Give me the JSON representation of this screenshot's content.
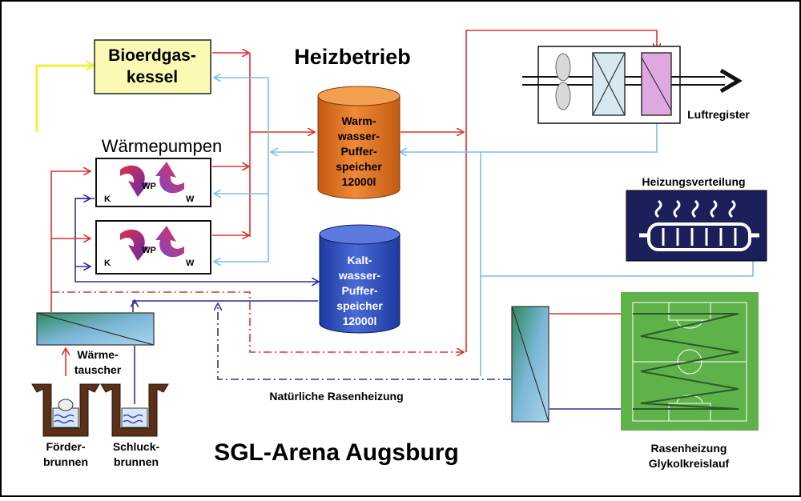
{
  "title": "Heizbetrieb",
  "footer_title": "SGL-Arena Augsburg",
  "colors": {
    "hot": "#e0302c",
    "cold": "#7bbfe6",
    "dark_blue": "#2e2e9a",
    "boiler": "#fafab4",
    "warm_tank": "#e0701e",
    "cold_tank": "#2e4fc0",
    "field": "#5fb24a",
    "radiator_bg": "#1b1f5a",
    "gas_line": "#f2f23a"
  },
  "boiler": {
    "line1": "Bioerdgas-",
    "line2": "kessel"
  },
  "heatpumps": {
    "heading": "Wärmepumpen",
    "unit_label": "WP",
    "k_label": "K",
    "w_label": "W"
  },
  "warm_tank": {
    "lines": [
      "Warm-",
      "wasser-",
      "Puffer-",
      "speicher",
      "12000l"
    ]
  },
  "cold_tank": {
    "lines": [
      "Kalt-",
      "wasser-",
      "Puffer-",
      "speicher",
      "12000l"
    ]
  },
  "air_register": {
    "label": "Luftregister"
  },
  "heating_distribution": {
    "label": "Heizungsverteilung"
  },
  "heat_exchanger": {
    "line1": "Wärme-",
    "line2": "tauscher"
  },
  "wells": {
    "feed_line1": "Förder-",
    "feed_line2": "brunnen",
    "return_line1": "Schluck-",
    "return_line2": "brunnen"
  },
  "natural_heating": {
    "label": "Natürliche Rasenheizung"
  },
  "pitch": {
    "line1": "Rasenheizung",
    "line2": "Glykolkreislauf"
  }
}
